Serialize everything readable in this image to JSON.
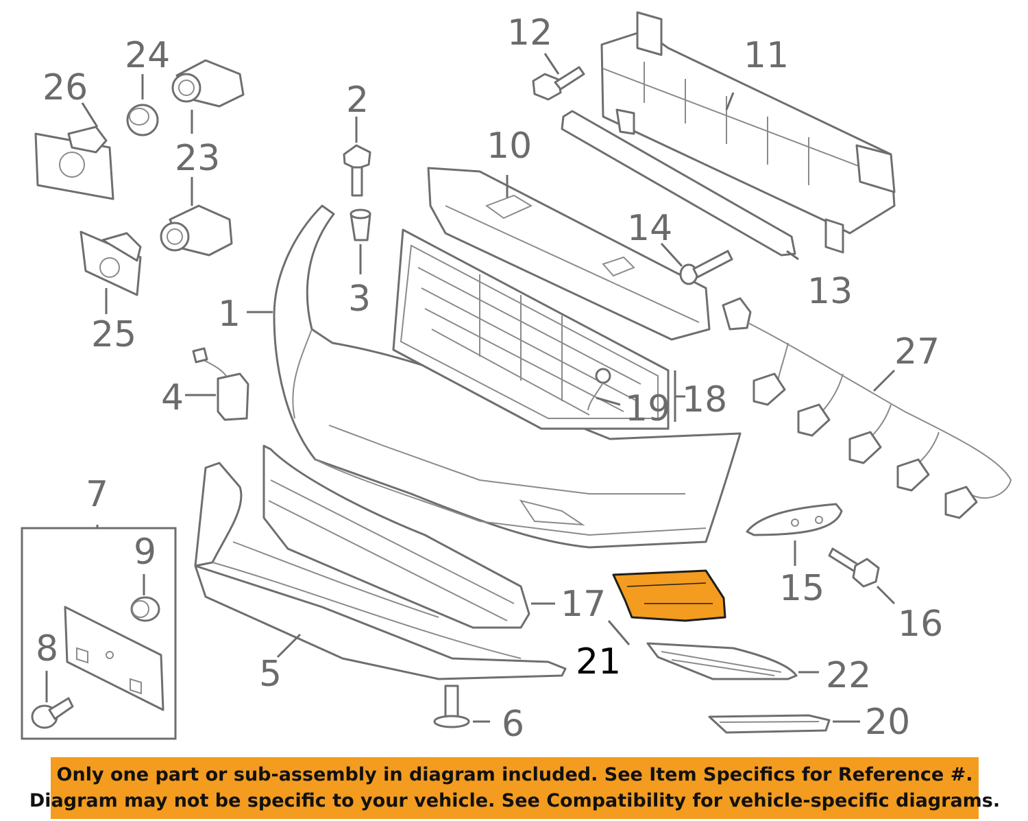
{
  "callouts": {
    "c1": "1",
    "c2": "2",
    "c3": "3",
    "c4": "4",
    "c5": "5",
    "c6": "6",
    "c7": "7",
    "c8": "8",
    "c9": "9",
    "c10": "10",
    "c11": "11",
    "c12": "12",
    "c13": "13",
    "c14": "14",
    "c15": "15",
    "c16": "16",
    "c17": "17",
    "c18": "18",
    "c19": "19",
    "c20": "20",
    "c21": "21",
    "c22": "22",
    "c23": "23",
    "c24": "24",
    "c25": "25",
    "c26": "26",
    "c27": "27"
  },
  "highlighted_part": "21",
  "colors": {
    "highlight": "#f39c1f",
    "linework": "#6e6e6e",
    "banner": "#f39c1f"
  },
  "banner": {
    "line1": "Only one part or sub-assembly in diagram included. See Item Specifics for Reference #.",
    "line2": "Diagram may not be specific to your vehicle. See Compatibility for vehicle-specific diagrams."
  }
}
